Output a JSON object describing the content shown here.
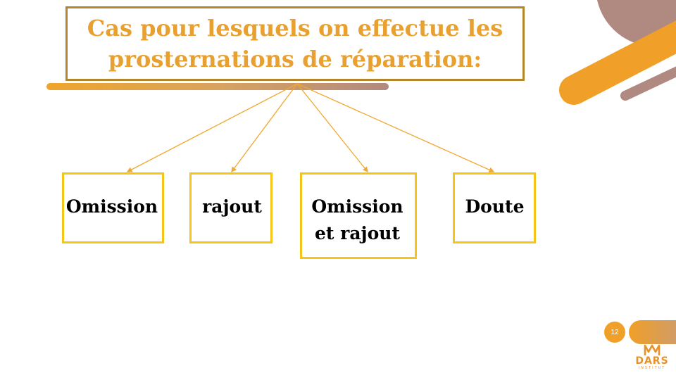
{
  "slide": {
    "title": "Cas pour lesquels on effectue les\nprosternations de réparation:",
    "cases": [
      {
        "label": "Omission"
      },
      {
        "label": "rajout"
      },
      {
        "label": "Omission\n et rajout"
      },
      {
        "label": "Doute"
      }
    ],
    "page_number": "12"
  },
  "logo": {
    "name": "DARS",
    "subtitle": "INSTITUT"
  },
  "colors": {
    "title_text": "#e8a030",
    "title_border": "#b5852c",
    "box_border": "#f5c518",
    "connector": "#f0a830",
    "accent_orange": "#f0a028",
    "accent_mauve": "#b08a80"
  }
}
